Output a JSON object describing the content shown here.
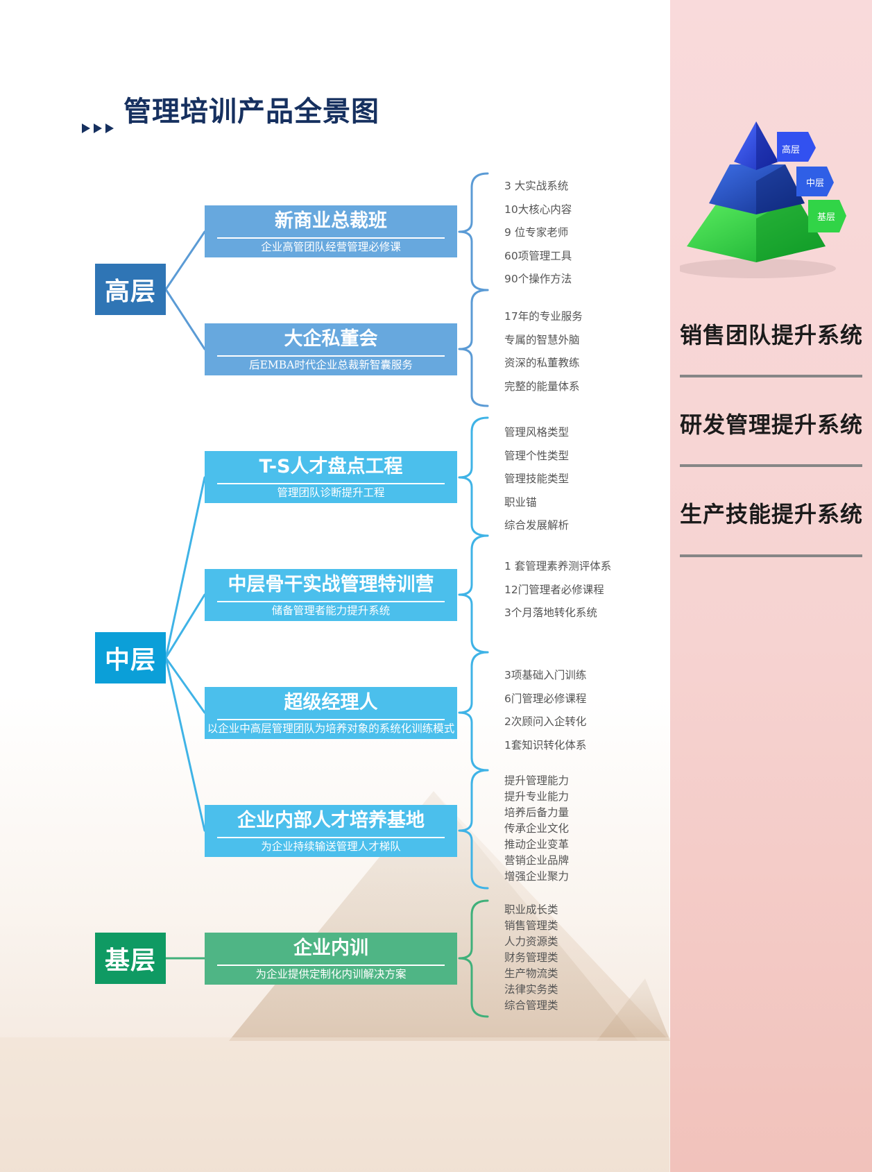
{
  "title": "管理培训产品全景图",
  "pyramid": {
    "labels": [
      "高层",
      "中层",
      "基层"
    ]
  },
  "systems": [
    "销售团队提升系统",
    "研发管理提升系统",
    "生产技能提升系统"
  ],
  "levels": [
    {
      "label": "高层",
      "color": "#2f75b5"
    },
    {
      "label": "中层",
      "color": "#0b9fd8"
    },
    {
      "label": "基层",
      "color": "#0f9a63"
    }
  ],
  "products": [
    {
      "name": "新商业总裁班",
      "subtitle": "企业高管团队经营管理必修课",
      "level": "高层",
      "items": [
        "3 大实战系统",
        "10大核心内容",
        "9 位专家老师",
        "60项管理工具",
        "90个操作方法"
      ]
    },
    {
      "name": "大企私董会",
      "subtitle": "后EMBA时代企业总裁新智囊服务",
      "level": "高层",
      "items": [
        "17年的专业服务",
        "专属的智慧外脑",
        "资深的私董教练",
        "完整的能量体系"
      ]
    },
    {
      "name": "T-S人才盘点工程",
      "subtitle": "管理团队诊断提升工程",
      "level": "中层",
      "items": [
        "管理风格类型",
        "管理个性类型",
        "管理技能类型",
        "职业锚",
        "综合发展解析"
      ]
    },
    {
      "name": "中层骨干实战管理特训营",
      "subtitle": "储备管理者能力提升系统",
      "level": "中层",
      "items": [
        "1 套管理素养测评体系",
        "12门管理者必修课程",
        "3个月落地转化系统"
      ]
    },
    {
      "name": "超级经理人",
      "subtitle": "以企业中高层管理团队为培养对象的系统化训练模式",
      "level": "中层",
      "items": [
        "3项基础入门训练",
        "6门管理必修课程",
        "2次顾问入企转化",
        "1套知识转化体系"
      ]
    },
    {
      "name": "企业内部人才培养基地",
      "subtitle": "为企业持续输送管理人才梯队",
      "level": "中层",
      "items": [
        "提升管理能力",
        "提升专业能力",
        "培养后备力量",
        "传承企业文化",
        "推动企业变革",
        "营销企业品牌",
        "增强企业聚力"
      ]
    },
    {
      "name": "企业内训",
      "subtitle": "为企业提供定制化内训解决方案",
      "level": "基层",
      "items": [
        "职业成长类",
        "销售管理类",
        "人力资源类",
        "财务管理类",
        "生产物流类",
        "法律实务类",
        "综合管理类"
      ]
    }
  ],
  "colors": {
    "title": "#16305f",
    "high_box": "#67a8de",
    "mid_box": "#4bbfec",
    "base_box": "#4fb585",
    "high_connector": "#5b9bd5",
    "mid_connector": "#3fb3e6",
    "base_connector": "#3fb07a",
    "panel": "#f8d6d6"
  }
}
